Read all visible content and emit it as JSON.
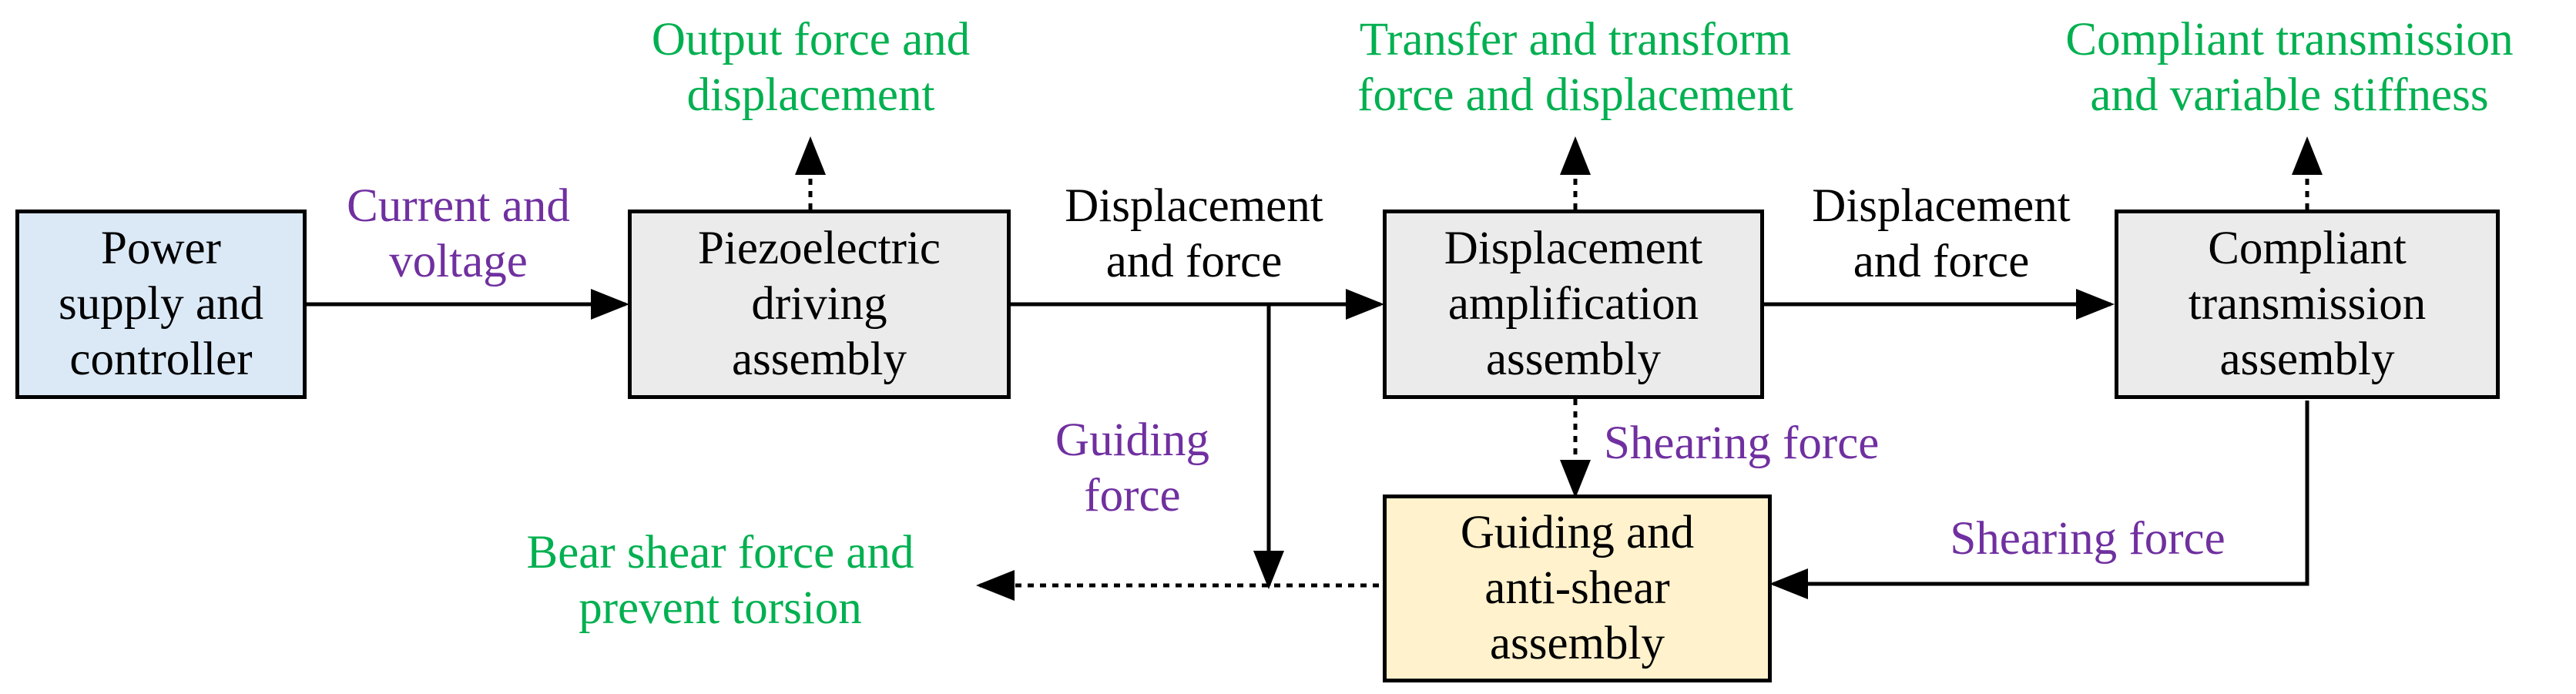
{
  "colors": {
    "line": "#000000",
    "box_fill_default": "#ebebeb",
    "box_fill_power": "#dbe9f7",
    "box_fill_guiding": "#fff2cc",
    "flow_label": "#7030a0",
    "function_label": "#00b050",
    "signal_label": "#000000"
  },
  "blocks": {
    "power": {
      "label": "Power\nsupply and\ncontroller"
    },
    "piezo": {
      "label": "Piezoelectric\ndriving\nassembly"
    },
    "amp": {
      "label": "Displacement\namplification\nassembly"
    },
    "compliant": {
      "label": "Compliant\ntransmission\nassembly"
    },
    "guiding": {
      "label": "Guiding and\nanti-shear\nassembly"
    }
  },
  "flow_labels": {
    "current_voltage": "Current and\nvoltage",
    "guiding_force": "Guiding\nforce",
    "shearing_force_amp": "Shearing force",
    "shearing_force_compliant": "Shearing force"
  },
  "signal_labels": {
    "piezo_to_amp": "Displacement\nand force",
    "amp_to_compliant": "Displacement\nand force"
  },
  "function_labels": {
    "piezo": "Output force and\ndisplacement",
    "amp": "Transfer and transform\nforce and displacement",
    "compliant": "Compliant transmission\nand variable stiffness",
    "guiding": "Bear shear force and\nprevent torsion"
  }
}
